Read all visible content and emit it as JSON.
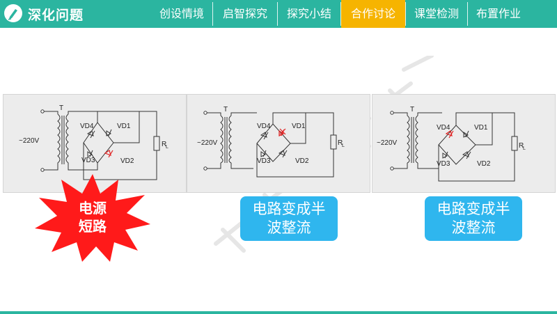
{
  "header": {
    "title": "深化问题",
    "tabs": [
      {
        "label": "创设情境",
        "active": false
      },
      {
        "label": "启智探究",
        "active": false
      },
      {
        "label": "探究小结",
        "active": false
      },
      {
        "label": "合作讨论",
        "active": true
      },
      {
        "label": "课堂检测",
        "active": false
      },
      {
        "label": "布置作业",
        "active": false
      }
    ]
  },
  "colors": {
    "header_bg": "#2bb5a0",
    "active_tab": "#f6b400",
    "callout_bg": "#2fb6ee",
    "burst_red": "#ff1a1a",
    "diode_fault": "#e02020"
  },
  "circuits": [
    {
      "source": "~220V",
      "transformer": "T",
      "d_tl": "VD4",
      "d_tr": "VD1",
      "d_bl": "VD3",
      "d_br": "VD2",
      "load": "R",
      "load_sub": "L"
    },
    {
      "source": "~220V",
      "transformer": "T",
      "d_tl": "VD4",
      "d_tr": "VD1",
      "d_bl": "VD3",
      "d_br": "VD2",
      "load": "R",
      "load_sub": "L"
    },
    {
      "source": "~220V",
      "transformer": "T",
      "d_tl": "VD4",
      "d_tr": "VD1",
      "d_bl": "VD3",
      "d_br": "VD2",
      "load": "R",
      "load_sub": "L"
    }
  ],
  "labels": {
    "short_circuit_line1": "电源",
    "short_circuit_line2": "短路",
    "half_wave_1_line1": "电路变成半",
    "half_wave_1_line2": "波整流",
    "half_wave_2_line1": "电路变成半",
    "half_wave_2_line2": "波整流"
  }
}
